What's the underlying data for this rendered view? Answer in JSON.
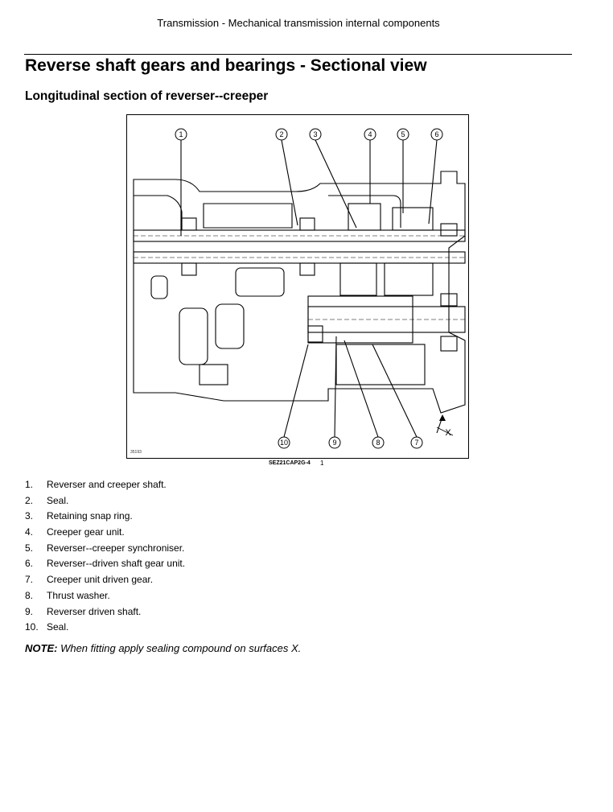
{
  "header": {
    "running_title": "Transmission - Mechanical transmission internal components"
  },
  "page_title": "Reverse shaft gears and bearings - Sectional view",
  "section_title": "Longitudinal section of reverser--creeper",
  "figure": {
    "callouts": [
      "1",
      "2",
      "3",
      "4",
      "5",
      "6",
      "7",
      "8",
      "9",
      "10"
    ],
    "surface_marker": "X",
    "plate_id": "35193",
    "caption_code": "SEZ21CAP2G-4",
    "caption_number": "1"
  },
  "legend": [
    {
      "num": "1.",
      "text": "Reverser and creeper shaft."
    },
    {
      "num": "2.",
      "text": "Seal."
    },
    {
      "num": "3.",
      "text": "Retaining snap ring."
    },
    {
      "num": "4.",
      "text": "Creeper gear unit."
    },
    {
      "num": "5.",
      "text": "Reverser--creeper synchroniser."
    },
    {
      "num": "6.",
      "text": "Reverser--driven shaft gear unit."
    },
    {
      "num": "7.",
      "text": "Creeper unit driven gear."
    },
    {
      "num": "8.",
      "text": "Thrust washer."
    },
    {
      "num": "9.",
      "text": "Reverser driven shaft."
    },
    {
      "num": "10.",
      "text": "Seal."
    }
  ],
  "note": {
    "label": "NOTE:",
    "text": " When fitting apply sealing compound on surfaces X."
  }
}
